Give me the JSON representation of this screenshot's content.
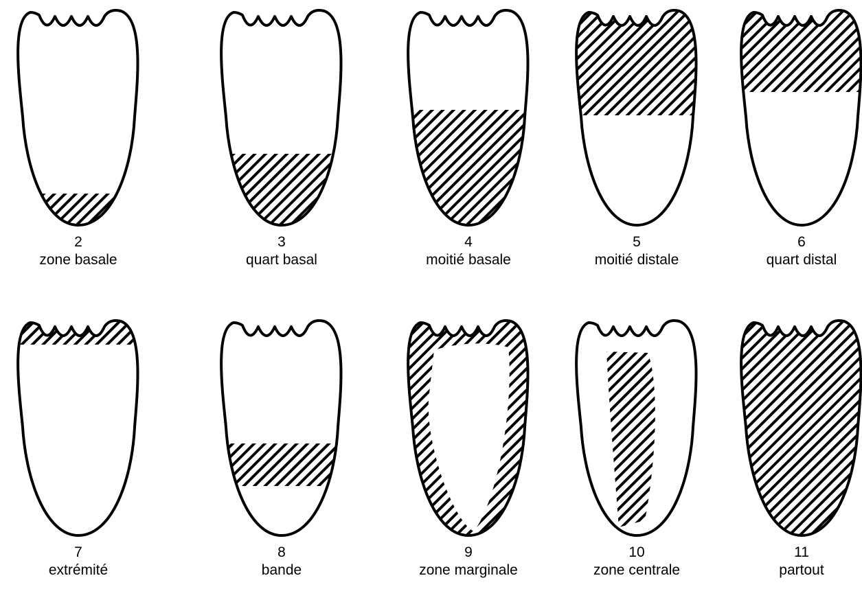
{
  "figures": [
    {
      "number": "2",
      "label": "zone basale",
      "pattern": "basal-zone"
    },
    {
      "number": "3",
      "label": "quart basal",
      "pattern": "basal-quarter"
    },
    {
      "number": "4",
      "label": "moitié basale",
      "pattern": "basal-half"
    },
    {
      "number": "5",
      "label": "moitié distale",
      "pattern": "distal-half"
    },
    {
      "number": "6",
      "label": "quart distal",
      "pattern": "distal-quarter"
    },
    {
      "number": "7",
      "label": "extrémité",
      "pattern": "tip"
    },
    {
      "number": "8",
      "label": "bande",
      "pattern": "band"
    },
    {
      "number": "9",
      "label": "zone marginale",
      "pattern": "marginal"
    },
    {
      "number": "10",
      "label": "zone centrale",
      "pattern": "central"
    },
    {
      "number": "11",
      "label": "partout",
      "pattern": "everywhere"
    }
  ],
  "style": {
    "stroke": "#000000",
    "hatch": "#000000",
    "fill": "#ffffff"
  }
}
